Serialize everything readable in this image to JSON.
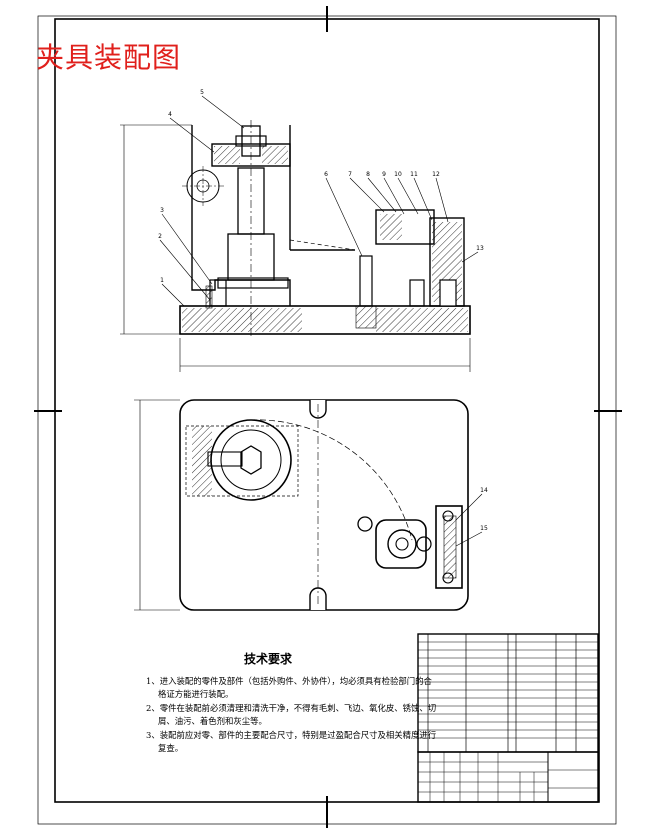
{
  "drawing_title": "夹具装配图",
  "tech_requirements": {
    "heading": "技术要求",
    "items": [
      "1、进入装配的零件及部件（包括外购件、外协件），均必须具有检验部门的合",
      "格证方能进行装配。",
      "2、零件在装配前必须清理和清洗干净，不得有毛刺、飞边、氧化皮、锈蚀、切",
      "屑、油污、着色剂和灰尘等。",
      "3、装配前应对零、部件的主要配合尺寸，特别是过盈配合尺寸及相关精度进行",
      "复查。"
    ]
  },
  "part_balloons": [
    "1",
    "2",
    "3",
    "4",
    "5",
    "6",
    "7",
    "8",
    "9",
    "10",
    "11",
    "12",
    "13",
    "14",
    "15"
  ],
  "colors": {
    "title": "#e0201c",
    "line": "#000000"
  }
}
